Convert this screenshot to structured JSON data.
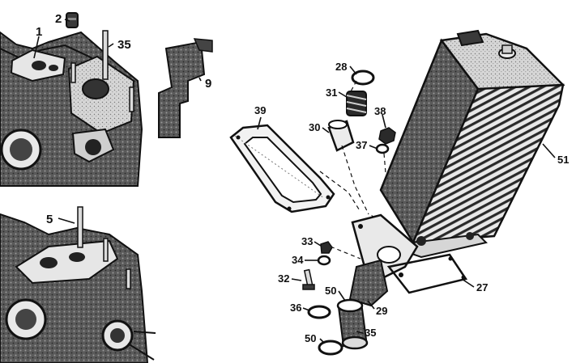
{
  "colors": {
    "ink": "#111111",
    "dark_fill": "#2a2a2a",
    "mid_fill": "#6a6a6a",
    "light_fill": "#c8c8c8",
    "paper": "#ffffff"
  },
  "callouts": {
    "c1": "1",
    "c2": "2",
    "c35_top": "35",
    "c9": "9",
    "c28": "28",
    "c31": "31",
    "c38": "38",
    "c39": "39",
    "c30": "30",
    "c37": "37",
    "c51": "51",
    "c5": "5",
    "c33": "33",
    "c34": "34",
    "c32": "32",
    "c50_upper": "50",
    "c36": "36",
    "c29": "29",
    "c35_bottom": "35",
    "c50_lower": "50",
    "c27": "27"
  }
}
